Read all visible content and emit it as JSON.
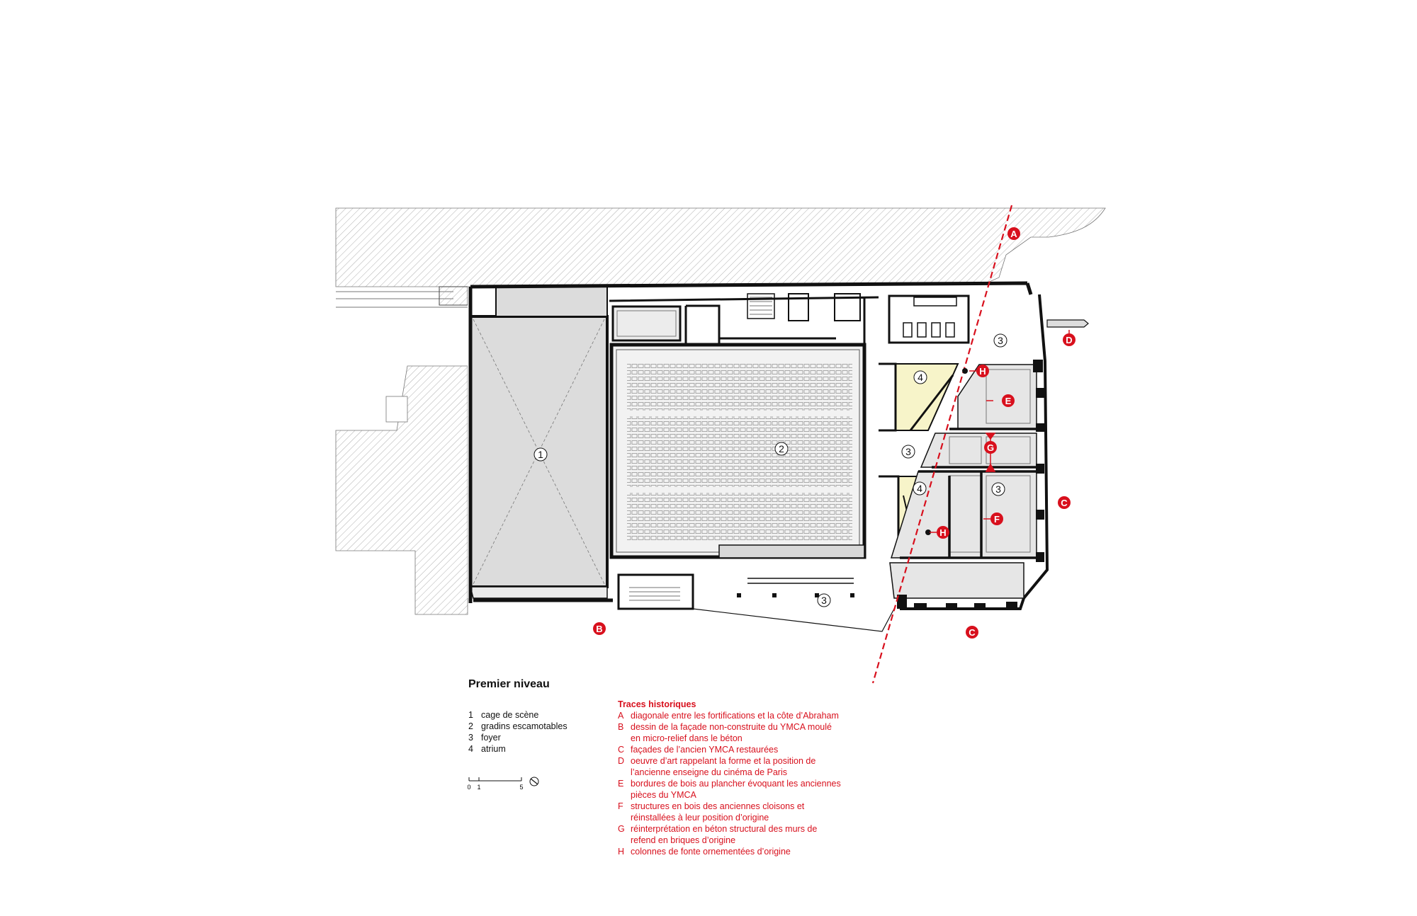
{
  "plan": {
    "room_labels": [
      "1",
      "2",
      "3",
      "3",
      "3",
      "3",
      "4",
      "4"
    ],
    "markers": [
      "A",
      "B",
      "C",
      "C",
      "D",
      "E",
      "F",
      "G",
      "H",
      "H"
    ],
    "accent_color": "#d8101d"
  },
  "legend": {
    "title": "Premier niveau",
    "program": [
      {
        "key": "1",
        "label": "cage de scène"
      },
      {
        "key": "2",
        "label": "gradins escamotables"
      },
      {
        "key": "3",
        "label": "foyer"
      },
      {
        "key": "4",
        "label": "atrium"
      }
    ],
    "scale": {
      "label_0": "0",
      "label_1": "1",
      "label_5": "5"
    }
  },
  "traces": {
    "title": "Traces historiques",
    "items": [
      {
        "key": "A",
        "text": "diagonale entre les fortifications et la côte d’Abraham"
      },
      {
        "key": "B",
        "text": "dessin de la façade non-construite du YMCA moulé en micro-relief dans le béton"
      },
      {
        "key": "C",
        "text": "façades de l’ancien YMCA restaurées"
      },
      {
        "key": "D",
        "text": "oeuvre d’art rappelant la forme et la position de l’ancienne enseigne du cinéma de Paris"
      },
      {
        "key": "E",
        "text": "bordures de bois au plancher évoquant les anciennes pièces du YMCA"
      },
      {
        "key": "F",
        "text": "structures en bois des anciennes cloisons et réinstallées à leur position d’origine"
      },
      {
        "key": "G",
        "text": "réinterprétation en béton structural des murs de refend en briques d’origine"
      },
      {
        "key": "H",
        "text": "colonnes de fonte ornementées d’origine"
      }
    ]
  }
}
